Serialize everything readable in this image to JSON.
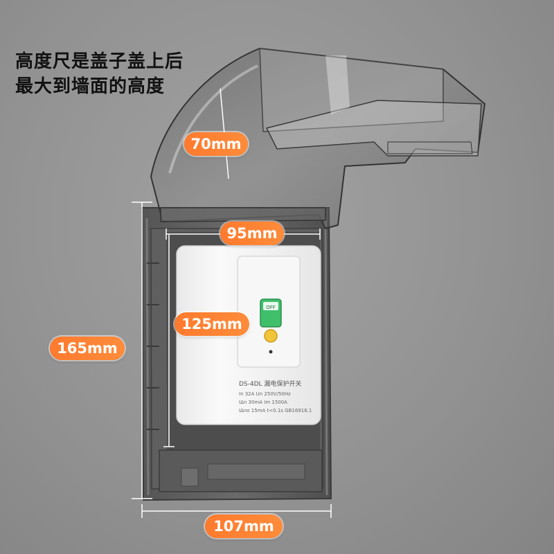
{
  "caption": {
    "line1": "高度尺是盖子盖上后",
    "line2": "最大到墙面的高度"
  },
  "dimensions": {
    "lid_height": "70mm",
    "inner_width": "95mm",
    "inner_height": "125mm",
    "outer_height": "165mm",
    "outer_width": "107mm"
  },
  "breaker": {
    "switch_text": "OFF",
    "model": "DS-4DL 漏电保护开关",
    "spec1": "In 32A Un 250V/50Hz",
    "spec2": "IΔn 30mA Im 1500A",
    "spec3": "IΔno 15mA t<0.1s GB16916.1"
  },
  "colors": {
    "wall": "#939393",
    "accent_orange": "#ff7a2e",
    "breaker_white": "#f2f2f2",
    "switch_green": "#3fbf6a"
  }
}
